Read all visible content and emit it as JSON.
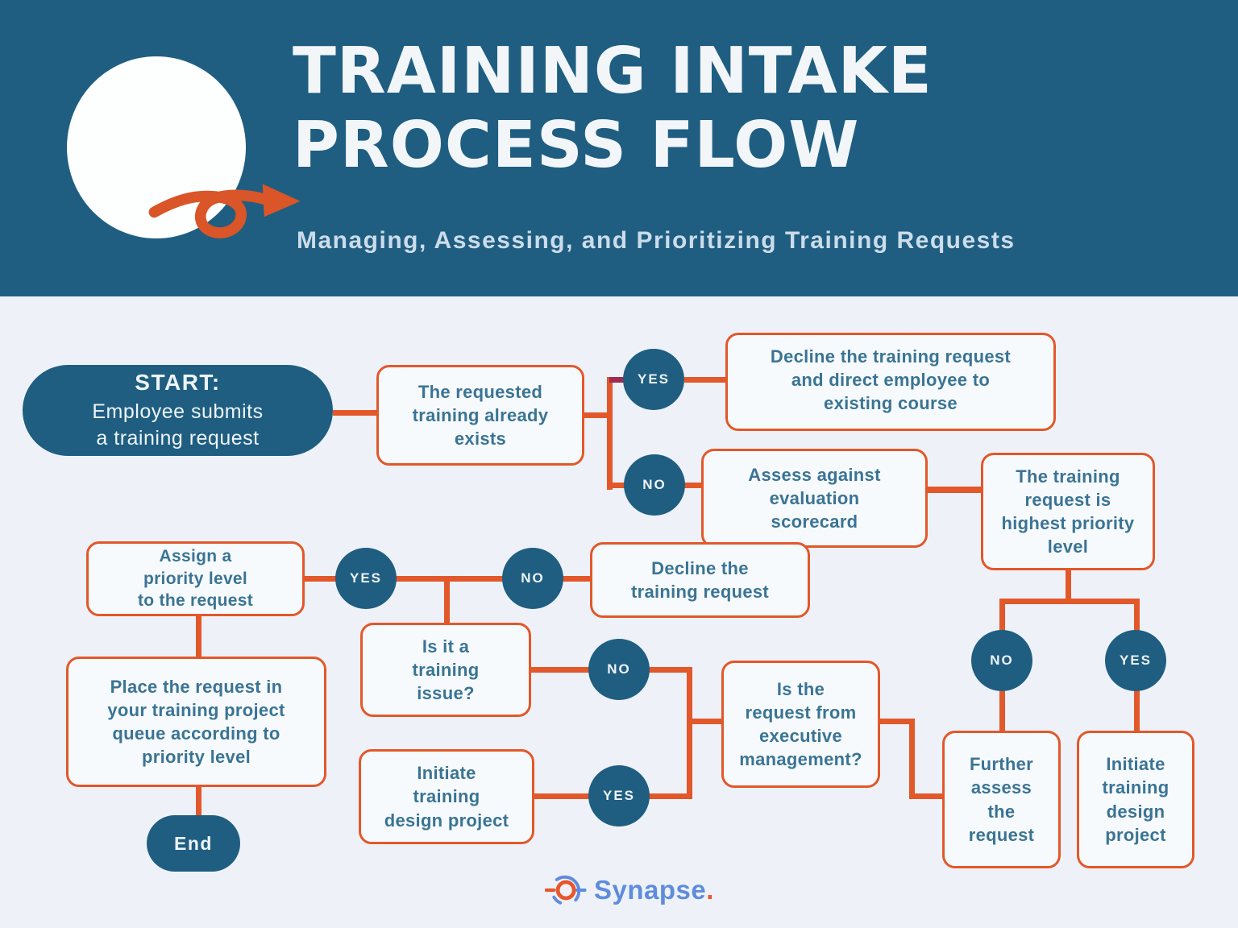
{
  "colors": {
    "header_bg": "#1f5e81",
    "canvas_bg": "#eef2f8",
    "node_fill": "#f7fafc",
    "node_border": "#e2582a",
    "node_text": "#3a7494",
    "teal": "#1f5e81",
    "circle_text": "#eef4f8",
    "maroon": "#a12a50",
    "title_color": "#f2f6f9",
    "subtitle_color": "#ccdcea",
    "synapse_blue": "#5f8cdc",
    "synapse_orange": "#e8562d"
  },
  "header": {
    "title_line1": "TRAINING INTAKE",
    "title_line2": "PROCESS FLOW",
    "subtitle": "Managing, Assessing, and Prioritizing Training Requests",
    "logo_icon": "scribble-loop-arrow"
  },
  "flow": {
    "start": {
      "title": "START:",
      "body": "Employee submits\na training request"
    },
    "boxes": {
      "requested_exists": "The requested\ntraining already\nexists",
      "decline_direct": "Decline the training request\nand direct employee to\nexisting course",
      "assess_scorecard": "Assess against\nevaluation\nscorecard",
      "highest_priority": "The training\nrequest is\nhighest priority\nlevel",
      "assign_priority": "Assign a\npriority level\nto the request",
      "decline_request": "Decline the\ntraining request",
      "training_issue": "Is it a\ntraining\nissue?",
      "place_queue": "Place the request in\nyour training project\nqueue according to\npriority level",
      "initiate_design_mid": "Initiate\ntraining\ndesign project",
      "exec_management": "Is the\nrequest from\nexecutive\nmanagement?",
      "further_assess": "Further\nassess\nthe\nrequest",
      "initiate_design_right": "Initiate\ntraining\ndesign\nproject"
    },
    "end_label": "End",
    "decisions": {
      "exists_yes": "YES",
      "exists_no": "NO",
      "assign_yes": "YES",
      "assign_no": "NO",
      "issue_no": "NO",
      "initiate_yes": "YES",
      "highest_no": "NO",
      "highest_yes": "YES"
    }
  },
  "footer": {
    "brand": "Synapse",
    "dot": "."
  }
}
